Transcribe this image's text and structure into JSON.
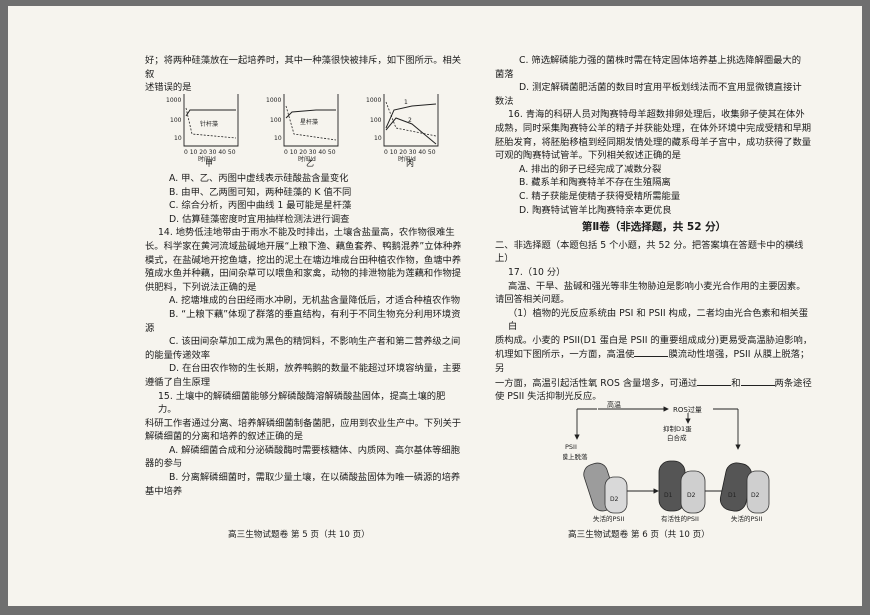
{
  "left": {
    "l1": "好；将两种硅藻放在一起培养时，其中一种藻很快被排斥，如下图所示。相关叙",
    "l2": "述错误的是",
    "fig_labels": [
      "甲",
      "乙",
      "丙"
    ],
    "fig_a_label": "针杆藻",
    "fig_b_label": "星杆藻",
    "fig_c_mark1": "1",
    "fig_c_mark2": "2",
    "fig_ticks": [
      "1000",
      "100",
      "10"
    ],
    "fig_x": "0 10 20 30 40 50",
    "fig_xlabel": "时间/d",
    "q13": [
      "A. 甲、乙、丙图中虚线表示硅酸盐含量变化",
      "B. 由甲、乙两图可知，两种硅藻的 K 值不同",
      "C. 综合分析，丙图中曲线 1 最可能是星杆藻",
      "D. 估算硅藻密度时宜用抽样检测法进行调查"
    ],
    "q14_lines": [
      "14. 地势低洼地带由于雨水不能及时排出，土壤含盐量高，农作物很难生",
      "长。科学家在黄河流域盐碱地开展“上粮下渔、藕鱼套养、鸭鹅混养”立体种养",
      "模式，在盐碱地开挖鱼塘，挖出的泥土在塘边堆成台田种植农作物，鱼塘中养",
      "殖成水鱼并种藕，田间杂草可以喂鱼和家禽，动物的排泄物能为莲藕和作物提",
      "供肥料，下列说法正确的是"
    ],
    "q14_a": "A. 挖塘堆成的台田经雨水冲刷，无机盐含量降低后，才适合种植农作物",
    "q14_b1": "B. “上粮下藕”体现了群落的垂直结构，有利于不同生物充分利用环境资",
    "q14_b2": "源",
    "q14_c1": "C. 该田间杂草加工成为黑色的精饲料，不影响生产者和第二营养级之间",
    "q14_c2": "的能量传递效率",
    "q14_d1": "D. 在台田农作物的生长期，放养鸭鹅的数量不能超过环境容纳量，主要",
    "q14_d2": "遵循了自生原理",
    "q15_lines": [
      "15. 土壤中的解磷细菌能够分解磷酸酶溶解磷酸盐固体，提高土壤的肥力。",
      "科研工作者通过分离、培养解磷细菌制备菌肥，应用到农业生产中。下列关于",
      "解磷细菌的分离和培养的叙述正确的是"
    ],
    "q15_a1": "A. 解磷细菌合成和分泌磷酸酶时需要核糖体、内质网、高尔基体等细胞",
    "q15_a2": "器的参与",
    "q15_b1": "B. 分离解磷细菌时，需取少量土壤，在以磷酸盐固体为唯一磷源的培养",
    "q15_b2": "基中培养",
    "footer": "高三生物试题卷  第  5  页（共 10 页）"
  },
  "right": {
    "q15_c1": "C. 筛选解磷能力强的菌株时需在特定固体培养基上挑选降解圈最大的",
    "q15_c2": "菌落",
    "q15_d1": "D. 测定解磷菌肥活菌的数目时宜用平板划线法而不宜用显微镜直接计",
    "q15_d2": "数法",
    "q16_lines": [
      "16. 青海的科研人员对陶赛特母羊超数排卵处理后，收集卵子使其在体外",
      "成熟，同时采集陶赛特公羊的精子并获能处理，在体外环境中完成受精和早期",
      "胚胎发育，将胚胎移植到经同期发情处理的藏系母羊子宫中，成功获得了数量",
      "可观的陶赛特试管羊。下列相关叙述正确的是"
    ],
    "q16_opts": [
      "A. 排出的卵子已经完成了减数分裂",
      "B. 藏系羊和陶赛特羊不存在生殖隔离",
      "C. 精子获能是使精子获得受精所需能量",
      "D. 陶赛特试管羊比陶赛特亲本更优良"
    ],
    "section": "第Ⅱ卷（非选择题，共 52 分）",
    "sec_desc1": "二、非选择题（本题包括 5 个小题，共 52 分。把答案填在答题卡中的横线",
    "sec_desc2": "上）",
    "q17_head": "17.（10 分）",
    "q17_lines": [
      "高温、干旱、盐碱和强光等非生物胁迫是影响小麦光合作用的主要因素。",
      "请回答相关问题。",
      "（1）植物的光反应系统由 PSI 和 PSII 构成，二者均由光合色素和相关蛋白",
      "质构成。小麦的 PSII(D1 蛋白是 PSII 的重要组成成分)更易受高温胁迫影响，",
      "机理如下图所示，一方面，高温使",
      "膜流动性增强，PSII 从膜上脱落；另",
      "一方面，高温引起活性氧 ROS 含量增多，可通过",
      "和",
      "两条途径",
      "使 PSII 失活抑制光反应。"
    ],
    "diagram": {
      "high_temp": "高温",
      "ros": "ROS过量",
      "inhibit1": "抑制D1蛋",
      "inhibit2": "白合成",
      "detach1": "PSII",
      "detach2": "从膜上脱落",
      "d1": "D1",
      "d2": "D2",
      "inactive": "失活的PSII",
      "active": "有活性的PSII",
      "inactive2": "失活的PSII"
    },
    "footer": "高三生物试题卷  第  6  页（共 10 页）"
  }
}
